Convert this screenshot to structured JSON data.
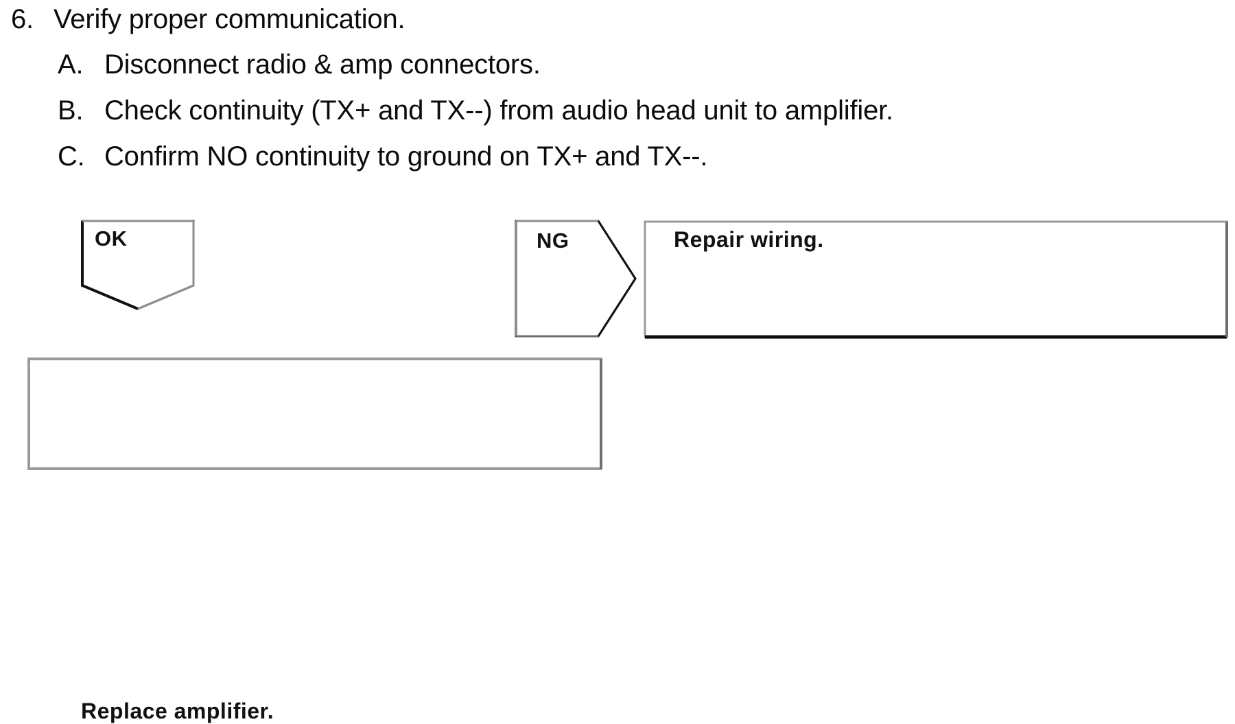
{
  "document": {
    "type": "troubleshooting-flowchart",
    "step_number": "6.",
    "step_title": "Verify proper communication.",
    "substeps": [
      {
        "marker": "A.",
        "text": "Disconnect radio & amp connectors."
      },
      {
        "marker": "B.",
        "text": "Check continuity (TX+ and TX--) from audio head unit to amplifier."
      },
      {
        "marker": "C.",
        "text": "Confirm NO continuity to ground on TX+ and TX--."
      }
    ],
    "flow": {
      "ok_branch": {
        "decision_label": "OK",
        "shape": "pentagon-down",
        "result_label": "Replace amplifier."
      },
      "ng_branch": {
        "decision_label": "NG",
        "shape": "pentagon-right",
        "result_label": "Repair wiring."
      }
    },
    "colors": {
      "text": "#0b0b0b",
      "box_border_light": "#9a9a9a",
      "box_border_dark": "#1a1a1a",
      "background": "#ffffff"
    }
  }
}
